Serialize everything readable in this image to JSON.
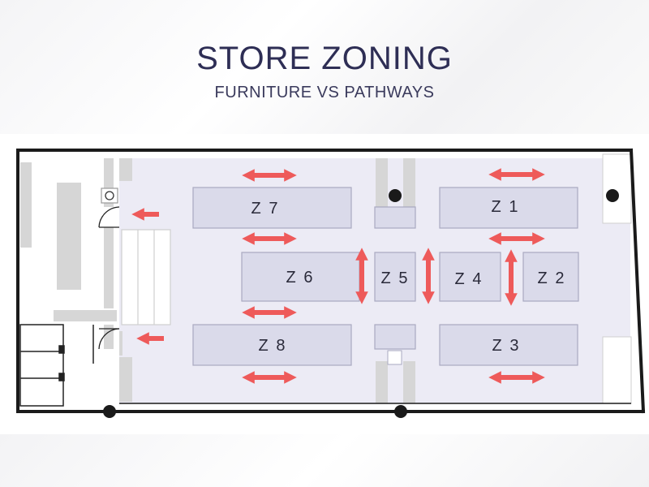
{
  "header": {
    "title": "STORE ZONING",
    "subtitle": "FURNITURE VS PATHWAYS"
  },
  "colors": {
    "floor": "#ecebf5",
    "zone_fill": "#dadaea",
    "zone_stroke": "#a9a9c0",
    "arrow": "#ee5a5a",
    "wall": "#1a1a1a",
    "partition": "#d4d4d4"
  },
  "zones": [
    {
      "id": "z7",
      "label": "Z 7"
    },
    {
      "id": "z1",
      "label": "Z 1"
    },
    {
      "id": "z6",
      "label": "Z 6"
    },
    {
      "id": "z5",
      "label": "Z 5"
    },
    {
      "id": "z4",
      "label": "Z 4"
    },
    {
      "id": "z2",
      "label": "Z 2"
    },
    {
      "id": "z8",
      "label": "Z 8"
    },
    {
      "id": "z3",
      "label": "Z 3"
    }
  ]
}
